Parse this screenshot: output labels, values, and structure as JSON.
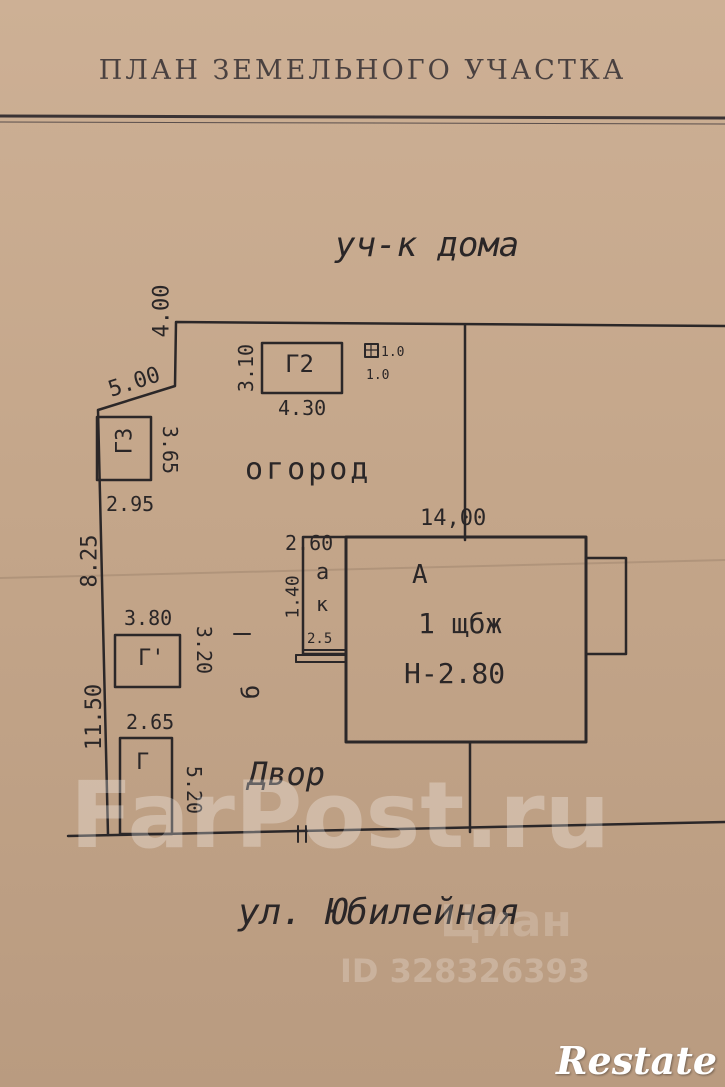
{
  "document": {
    "title": "ПЛАН ЗЕМЕЛЬНОГО УЧАСТКА"
  },
  "plan": {
    "neighbor_label": "уч-к дома",
    "garden_label": "огород",
    "yard_label": "Двор",
    "street_label": "ул. Юбилейная",
    "main_house": {
      "letter": "А",
      "material": "1 щбж",
      "height": "Н-2.80",
      "width": "14,00"
    },
    "buildings": {
      "g": {
        "letter": "Г",
        "width": "2.65",
        "depth": "5.20"
      },
      "g1": {
        "letter": "Г'",
        "width": "3.80",
        "depth": "3.20"
      },
      "g2": {
        "letter": "Г2",
        "width": "4.30",
        "depth": "3.10"
      },
      "g3": {
        "letter": "Г3",
        "width": "2.95",
        "depth": "3.65"
      },
      "porch": {
        "letter": "а",
        "sub_letter": "к",
        "width": "2.60",
        "depth": "1.40",
        "extra": "2.5"
      },
      "shed": {
        "dim_w": "1.0",
        "dim_d": "1.0"
      }
    },
    "boundary": {
      "top_left": "4.00",
      "diagonal": "5.00",
      "left_upper": "8.25",
      "left_lower": "11.50"
    },
    "gate_mark": "б"
  },
  "watermarks": {
    "farpost": "FarPost.ru",
    "cian": "Циан",
    "listing_id": "ID 328326393"
  },
  "logo": {
    "text": "Restate"
  }
}
